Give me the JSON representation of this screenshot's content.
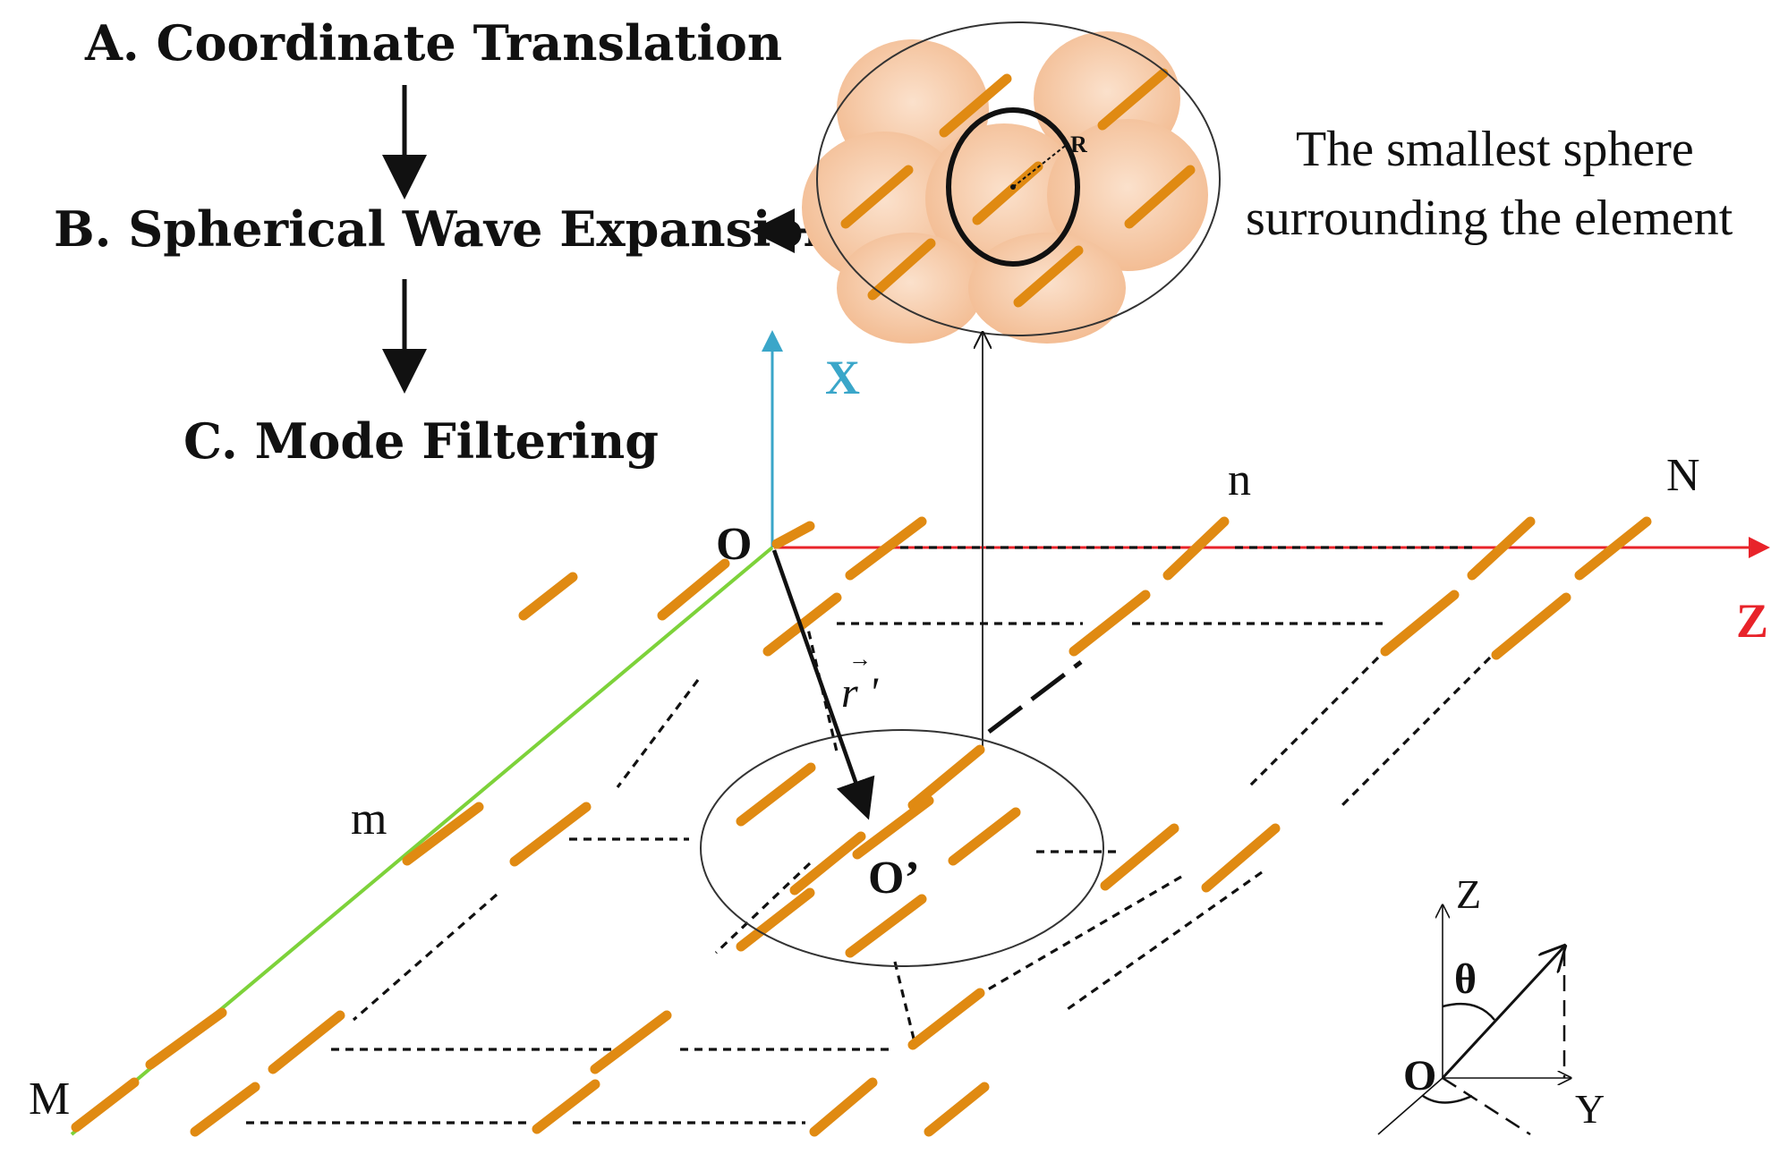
{
  "flow": {
    "step_a": "A. Coordinate Translation",
    "step_b": "B. Spherical Wave Expansion",
    "step_c": "C. Mode Filtering"
  },
  "sphere_note": {
    "line1": "The smallest sphere",
    "line2": "surrounding the element",
    "radius_label": "R"
  },
  "axes": {
    "x_label": "X",
    "z_label": "Z",
    "origin_label": "O",
    "x_color": "#3aa6c9",
    "z_color": "#e8232a",
    "dipole_color": "#e08a12",
    "edge_color": "#7dd23a"
  },
  "array": {
    "n_label": "n",
    "N_label": "N",
    "m_label": "m",
    "M_label": "M",
    "local_origin_label": "O’",
    "vector_label": "r '",
    "vector_arrow": "→"
  },
  "coord_sys": {
    "z_label": "Z",
    "theta_label": "θ",
    "origin_label": "O",
    "y_label": "Y"
  }
}
